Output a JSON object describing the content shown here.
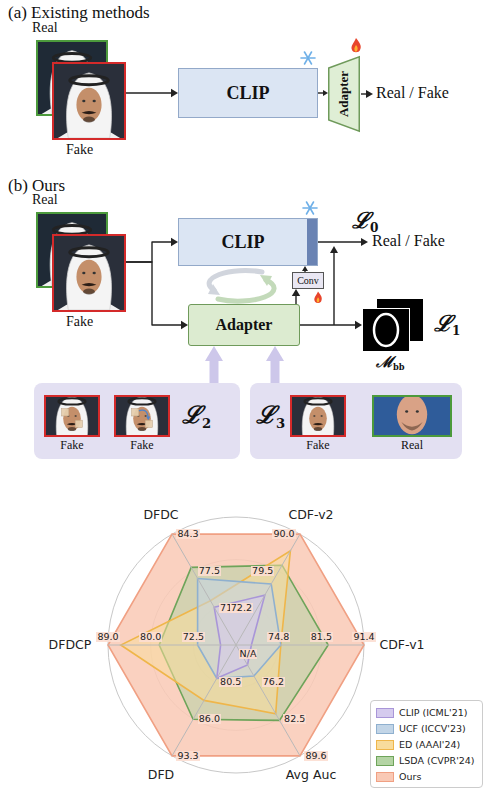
{
  "diagram": {
    "nodes": [
      {
        "text": [
          "Real",
          "Fake"
        ]
      },
      {
        "text": [
          "CLIP"
        ]
      },
      {
        "text": [
          "Adapter"
        ]
      },
      {
        "text": [
          "Real",
          "Fake"
        ]
      },
      {
        "text": [
          "CLIP"
        ]
      },
      {
        "text": [
          "Conv"
        ]
      },
      {
        "text": [
          "Adapter"
        ]
      },
      {
        "text": [
          "ℳbb"
        ]
      },
      {
        "text": [
          "ℒ2"
        ]
      },
      {
        "text": [
          "Fake"
        ],
        "in": 8
      },
      {
        "text": [
          "Fake"
        ],
        "in": 8
      },
      {
        "text": [
          "ℒ3"
        ]
      },
      {
        "text": [
          "Fake"
        ],
        "in": 11
      },
      {
        "text": [
          "Real"
        ],
        "in": 11
      }
    ],
    "edges": [
      {
        "from": 0,
        "to": 1,
        "arrow": "to"
      },
      {
        "from": 1,
        "to": 2,
        "arrow": "to"
      },
      {
        "from": 3,
        "to": 4,
        "arrow": "to"
      },
      {
        "from": 3,
        "to": 6,
        "arrow": "to"
      },
      {
        "from": 6,
        "to": 5,
        "arrow": "to"
      },
      {
        "from": 5,
        "to": 4,
        "arrow": "to"
      },
      {
        "from": 6,
        "to": 7,
        "arrow": "to"
      },
      {
        "from": 8,
        "to": 6,
        "arrow": "to"
      },
      {
        "from": 11,
        "to": 6,
        "arrow": "to"
      },
      {
        "from": 12,
        "to": 13,
        "arrow": "both"
      }
    ],
    "labels": [
      "(a) Existing methods",
      "Real / Fake",
      "(b) Ours",
      "ℒ0",
      "Real / Fake",
      "ℒ1",
      "DFDC",
      "84.3",
      "77.5",
      "71.2",
      "CDF-v2",
      "90.0",
      "79.5",
      "72.2",
      "CDF-v1",
      "91.4",
      "81.5",
      "74.8",
      "Avg Auc",
      "89.6",
      "82.5",
      "76.2",
      "DFD",
      "93.3",
      "86.0",
      "80.5",
      "DFDCP",
      "89.0",
      "80.0",
      "72.5",
      "N/A"
    ],
    "legend": [
      {
        "text": "CLIP (ICML'21)",
        "color": "#d5cbee"
      },
      {
        "text": "UCF (ICCV'23)",
        "color": "#c2d5e7"
      },
      {
        "text": "ED (AAAI'24)",
        "color": "#f8dc9c"
      },
      {
        "text": "LSDA (CVPR'24)",
        "color": "#b4d4a4"
      },
      {
        "text": "Ours",
        "color": "#f9c9b5"
      }
    ]
  }
}
